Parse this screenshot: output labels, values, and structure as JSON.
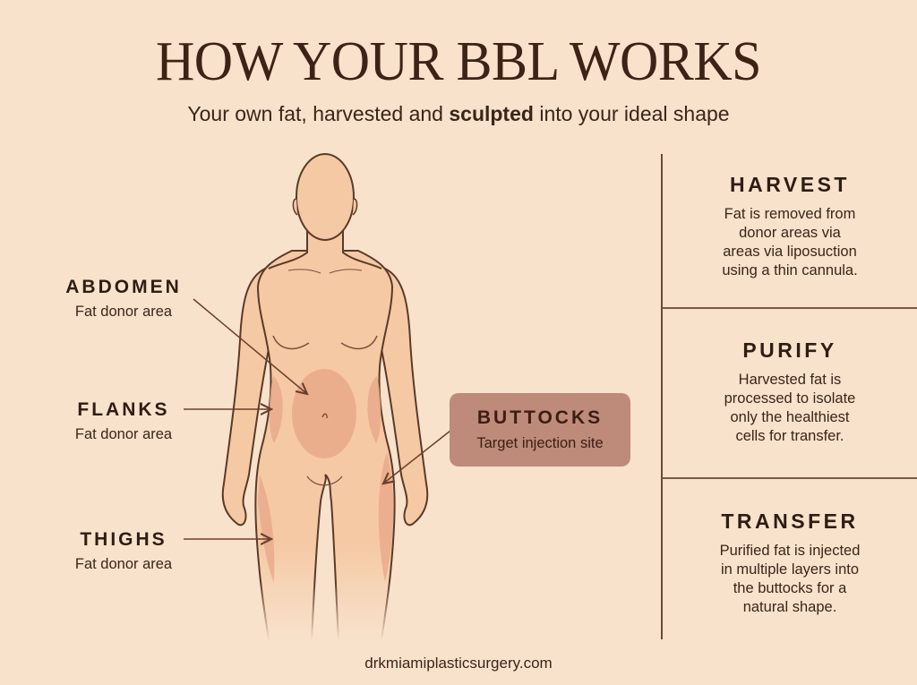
{
  "header": {
    "title": "HOW YOUR BBL WORKS",
    "subtitle_pre": "Your own fat, harvested and ",
    "subtitle_bold": "sculpted",
    "subtitle_post": " into your ideal shape"
  },
  "labels": {
    "abdomen": {
      "title": "ABDOMEN",
      "desc": "Fat donor area"
    },
    "flanks": {
      "title": "FLANKS",
      "desc": "Fat donor area"
    },
    "thighs": {
      "title": "THIGHS",
      "desc": "Fat donor area"
    },
    "buttocks": {
      "title": "BUTTOCKS",
      "desc": "Target injection site"
    }
  },
  "steps": [
    {
      "title": "HARVEST",
      "lines": [
        "Fat is removed from",
        "donor areas via",
        "areas via liposuction",
        "using a thin cannula."
      ]
    },
    {
      "title": "PURIFY",
      "lines": [
        "Harvested fat is",
        "processed to isolate",
        "only the healthiest",
        "cells for transfer."
      ]
    },
    {
      "title": "TRANSFER",
      "lines": [
        "Purified fat is injected",
        "in multiple layers into",
        "the buttocks for a",
        "natural shape."
      ]
    }
  ],
  "footer": {
    "website": "drkmiamiplasticsurgery.com"
  },
  "colors": {
    "background": "#F8E2CC",
    "skin": "#F5C9A4",
    "donor_area": "#E9A98A",
    "outline": "#5a3a28",
    "target_box": "#BE8A7A",
    "text_dark": "#2f1d13"
  }
}
